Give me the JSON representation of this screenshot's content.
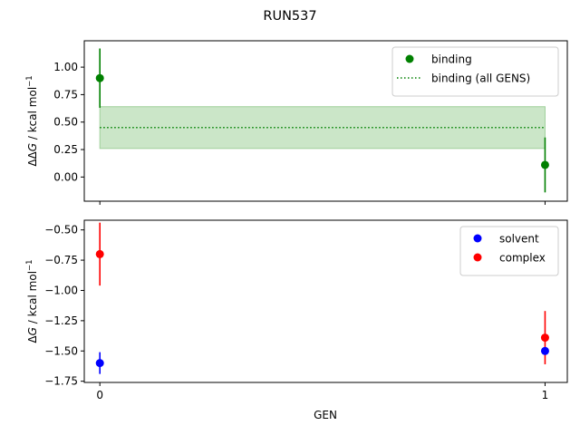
{
  "figure": {
    "title": "RUN537",
    "xlabel": "GEN"
  },
  "chart_data": [
    {
      "type": "scatter",
      "ylabel_parts": [
        "ΔΔ",
        "G",
        " / kcal mol",
        "−1"
      ],
      "x": [
        0,
        1
      ],
      "xlim": [
        -0.035,
        1.05
      ],
      "ylim": [
        -0.22,
        1.24
      ],
      "yticks": [
        "1.00",
        "0.75",
        "0.50",
        "0.25",
        "0.00"
      ],
      "ytick_values": [
        1.0,
        0.75,
        0.5,
        0.25,
        0.0
      ],
      "xticks": [
        0,
        1
      ],
      "show_xtick_labels": false,
      "grid": false,
      "legend": "top-right",
      "series": [
        {
          "name": "binding",
          "marker": "circle",
          "color": "#008000",
          "x": [
            0,
            1
          ],
          "y": [
            0.9,
            0.11
          ],
          "yerr": [
            0.27,
            0.25
          ]
        }
      ],
      "reference_line": {
        "name": "binding (all GENS)",
        "y": 0.45,
        "band": [
          0.26,
          0.64
        ],
        "x_range": [
          0,
          1
        ],
        "line_color": "#008000",
        "band_color": "#cbe6c8",
        "line_style": "dotted"
      }
    },
    {
      "type": "scatter",
      "ylabel_parts": [
        "Δ",
        "G",
        " / kcal mol",
        "−1"
      ],
      "x": [
        0,
        1
      ],
      "xlim": [
        -0.035,
        1.05
      ],
      "ylim": [
        -1.76,
        -0.42
      ],
      "yticks": [
        "−0.50",
        "−0.75",
        "−1.00",
        "−1.25",
        "−1.50",
        "−1.75"
      ],
      "ytick_values": [
        -0.5,
        -0.75,
        -1.0,
        -1.25,
        -1.5,
        -1.75
      ],
      "xticks": [
        0,
        1
      ],
      "xtick_labels": [
        "0",
        "1"
      ],
      "grid": false,
      "legend": "top-right",
      "series": [
        {
          "name": "solvent",
          "marker": "circle",
          "color": "#0000ff",
          "x": [
            0,
            1
          ],
          "y": [
            -1.6,
            -1.5
          ],
          "yerr": [
            0.09,
            0.02
          ]
        },
        {
          "name": "complex",
          "marker": "circle",
          "color": "#ff0000",
          "x": [
            0,
            1
          ],
          "y": [
            -0.7,
            -1.39
          ],
          "yerr": [
            0.26,
            0.22
          ]
        }
      ]
    }
  ]
}
